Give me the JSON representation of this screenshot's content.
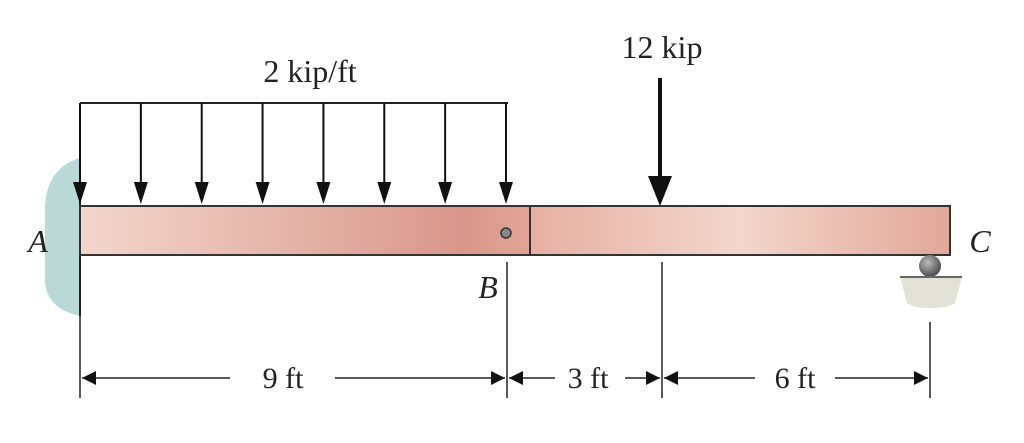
{
  "labels": {
    "distributed_load": "2 kip/ft",
    "point_load": "12 kip",
    "point_a": "A",
    "point_b": "B",
    "point_c": "C",
    "dim_ab": "9 ft",
    "dim_b_load": "3 ft",
    "dim_load_c": "6 ft"
  },
  "colors": {
    "beam_light": "#f3d6cc",
    "beam_dark": "#d9978a",
    "wall": "#b9d8d6",
    "roller": "#6a6a6a",
    "ground": "#e2e2d8"
  }
}
